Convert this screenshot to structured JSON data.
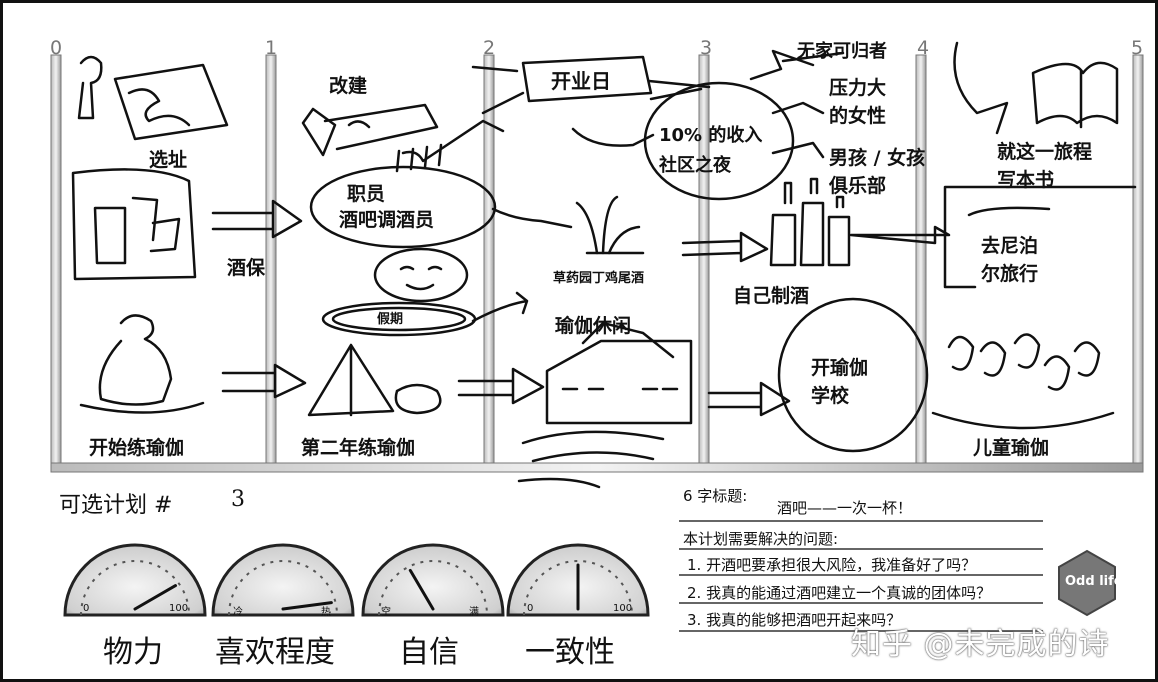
{
  "timeline": {
    "markers": [
      "0",
      "1",
      "2",
      "3",
      "4",
      "5"
    ]
  },
  "storyboard": {
    "select_site": "选址",
    "bar_protection": "酒保",
    "start_yoga": "开始练瑜伽",
    "renovate": "改建",
    "staff": "职员",
    "bartender": "酒吧调酒员",
    "vacation": "假期",
    "second_year_yoga": "第二年练瑜伽",
    "opening_day": "开业日",
    "herb_garden": "草药园丁鸡尾酒",
    "yoga_leisure": "瑜伽休闲",
    "income_pct": "10% 的收入",
    "community_night": "社区之夜",
    "self_brew": "自己制酒",
    "yoga_school_1": "开瑜伽",
    "yoga_school_2": "学校",
    "homeless": "无家可归者",
    "stressed_1": "压力大",
    "stressed_2": "的女性",
    "club_1": "男孩 / 女孩",
    "club_2": "俱乐部",
    "book_1": "就这一旅程",
    "book_2": "写本书",
    "nepal_1": "去尼泊",
    "nepal_2": "尔旅行",
    "kids_yoga": "儿童瑜伽"
  },
  "plan": {
    "label": "可选计划 #",
    "number": "3"
  },
  "gauges": [
    {
      "name": "物力",
      "low": "0",
      "high": "100",
      "level": 0.8
    },
    {
      "name": "喜欢程度",
      "low": "冷",
      "high": "热",
      "level": 0.92
    },
    {
      "name": "自信",
      "low": "空",
      "high": "满",
      "level": 0.35
    },
    {
      "name": "一致性",
      "low": "0",
      "high": "100",
      "level": 0.5
    }
  ],
  "title6": {
    "label": "6 字标题:",
    "value": "酒吧——一次一杯！"
  },
  "questions": {
    "heading": "本计划需要解决的问题:",
    "items": [
      "1. 开酒吧要承担很大风险，我准备好了吗？",
      "2. 我真的能通过酒吧建立一个真诚的团体吗？",
      "3. 我真的能够把酒吧开起来吗？"
    ]
  },
  "logo": {
    "text": "Odd life"
  },
  "watermark": "知乎 @未完成的诗"
}
